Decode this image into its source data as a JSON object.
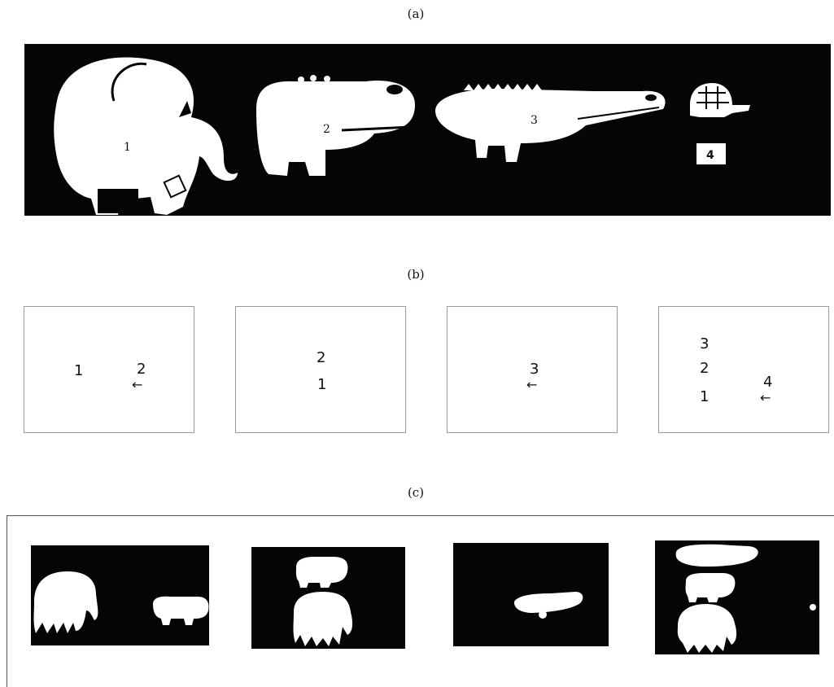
{
  "labels": {
    "a": "(a)",
    "b": "(b)",
    "c": "(c)"
  },
  "panel_a": {
    "animals": [
      {
        "id": "1",
        "name": "elephant"
      },
      {
        "id": "2",
        "name": "hippo"
      },
      {
        "id": "3",
        "name": "crocodile"
      },
      {
        "id": "4",
        "name": "turtle"
      }
    ]
  },
  "panel_b": {
    "frames": [
      {
        "items": [
          "1",
          "2"
        ],
        "arrow": "←"
      },
      {
        "items": [
          "2",
          "1"
        ]
      },
      {
        "items": [
          "3"
        ],
        "arrow": "←"
      },
      {
        "items": [
          "3",
          "2",
          "1",
          "4"
        ],
        "arrow": "←"
      }
    ]
  },
  "colors": {
    "background": "#050505",
    "figure": "#ffffff"
  }
}
